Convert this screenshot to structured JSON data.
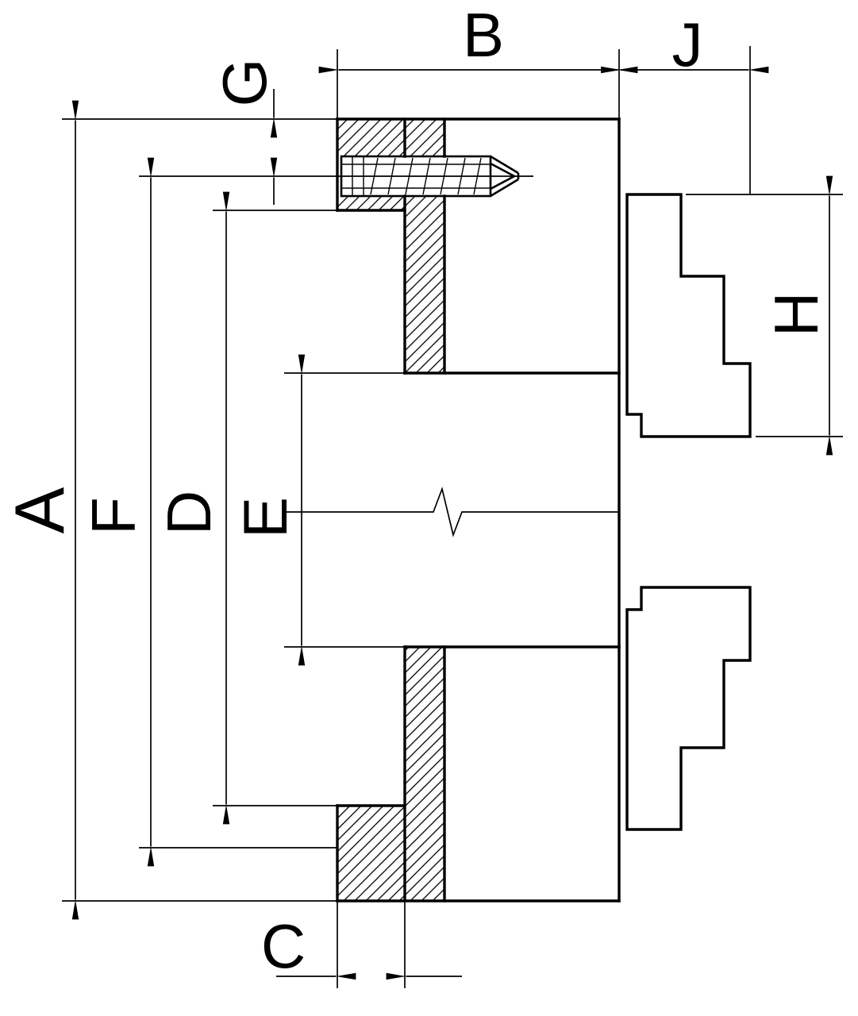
{
  "drawing": {
    "kind": "lathe-chuck-cross-section",
    "background_color": "#ffffff",
    "line_color": "#000000"
  },
  "labels": {
    "a": "A",
    "b": "B",
    "c": "C",
    "d": "D",
    "e": "E",
    "f": "F",
    "g": "G",
    "h": "H",
    "j": "J"
  }
}
